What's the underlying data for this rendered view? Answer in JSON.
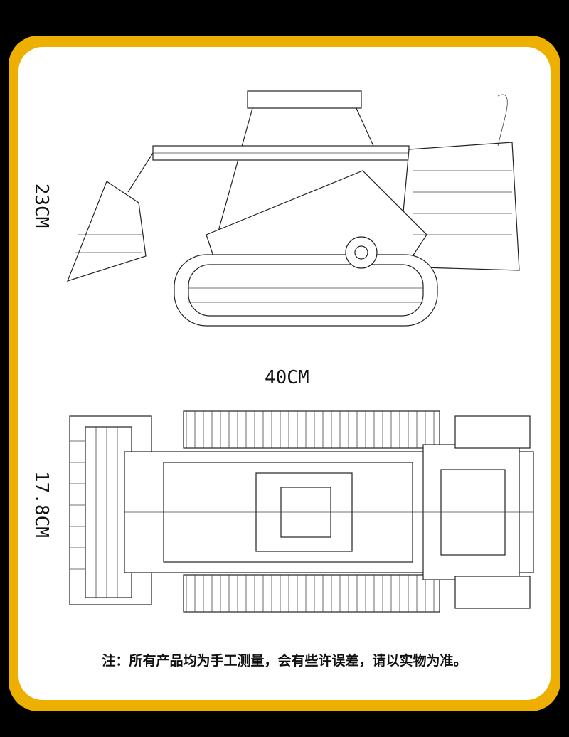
{
  "dimensions": {
    "height": "23CM",
    "length": "40CM",
    "width": "17.8CM"
  },
  "note": "注：所有产品均为手工测量，会有些许误差，请以实物为准。",
  "colors": {
    "border": "#eeb000",
    "background": "#000000",
    "panel": "#ffffff"
  }
}
